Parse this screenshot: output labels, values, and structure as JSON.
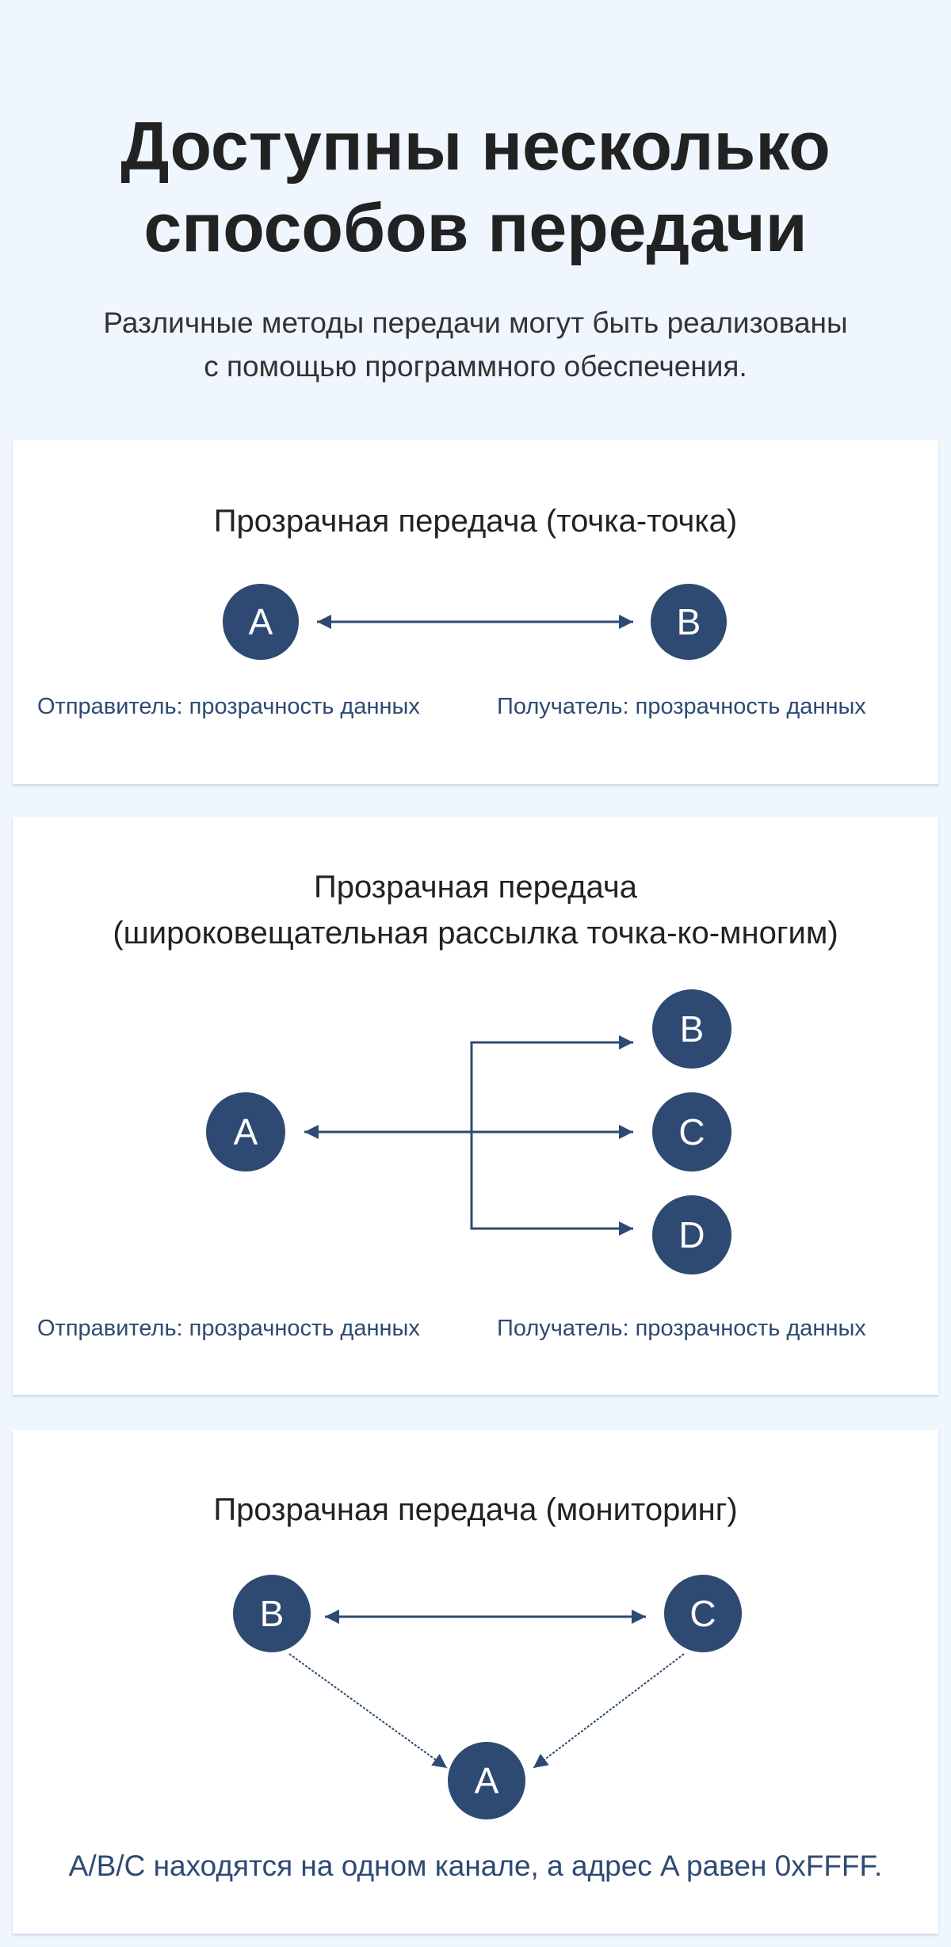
{
  "header": {
    "title_line1": "Доступны несколько",
    "title_line2": "способов передачи",
    "subtitle_line1": "Различные методы передачи могут быть реализованы",
    "subtitle_line2": "с помощью программного обеспечения."
  },
  "colors": {
    "background": "#eff6fe",
    "node": "#2e4a72",
    "text_accent": "#2e4a72"
  },
  "cards": [
    {
      "title": "Прозрачная передача (точка-точка)",
      "nodes": [
        "A",
        "B"
      ],
      "sender_label": "Отправитель: прозрачность данных",
      "receiver_label": "Получатель: прозрачность данных"
    },
    {
      "title_line1": "Прозрачная передача",
      "title_line2": "(широковещательная рассылка точка-ко-многим)",
      "nodes": [
        "A",
        "B",
        "C",
        "D"
      ],
      "sender_label": "Отправитель: прозрачность данных",
      "receiver_label": "Получатель: прозрачность данных"
    },
    {
      "title": "Прозрачная передача (мониторинг)",
      "nodes": [
        "B",
        "C",
        "A"
      ],
      "note": "A/B/C находятся на одном канале, а адрес A равен 0xFFFF."
    }
  ]
}
